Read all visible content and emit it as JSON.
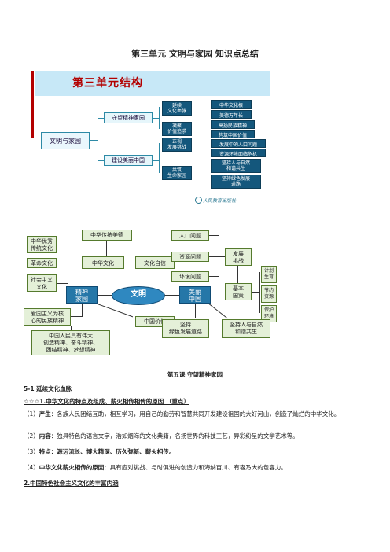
{
  "doc_title": "第三单元  文明与家园  知识点总结",
  "diagram1": {
    "header": "第三单元结构",
    "root": "文明与家园",
    "level1": [
      "守望精神家园",
      "建设美丽中国"
    ],
    "level2": [
      "延续\n文化血脉",
      "凝聚\n价值追求",
      "正视\n发展挑战",
      "共筑\n生命家园"
    ],
    "level3": [
      "中华文化根",
      "美德万年长",
      "高扬民族精神",
      "构筑中国价值",
      "发展中的人口问题",
      "资源环境面临危机",
      "坚持人与自然\n和谐共生",
      "坚持绿色发展\n道路"
    ],
    "publisher": "人民教育出版社"
  },
  "diagram2": {
    "left": [
      "中华优秀\n传统文化",
      "革命文化",
      "社会主义\n文化"
    ],
    "top_mid": "中华传统美德",
    "chinese_culture": "中华文化",
    "confidence": "文化自信",
    "spirit_home": "精神\n家园",
    "center": "文明",
    "beautiful_china": "美丽\n中国",
    "patriotism": "爱国主义为核\n心的民族精神",
    "china_value": "中国价值",
    "spirits": "中国人民具有伟大\n创造精神、奋斗精神、\n团结精神、梦想精神",
    "problems": [
      "人口问题",
      "资源问题",
      "环境问题"
    ],
    "challenge": "发展\n挑战",
    "basic_policy": "基本\n国策",
    "policies": [
      "计划\n生育",
      "节约\n资源",
      "保护\n环境"
    ],
    "green": "坚持\n绿色发展道路",
    "harmony": "坚持人与自然\n和谐共生"
  },
  "lesson_title": "第五课  守望精神家园",
  "section": "5-1 延续文化血脉",
  "q1_title": "☆☆☆1.中华文化的特点及组成、薪火相传相传的原因 （重点）",
  "p1_label": "产生",
  "p1_text": "：各族人民团结互助，相互学习，用自己的勤劳和智慧共同开发建设祖国的大好河山，创造了灿烂的中华文化。",
  "p2_label": "内容",
  "p2_text": "：独具特色的语言文字，浩如烟海的文化典籍，名扬世界的科技工艺，异彩纷呈的文学艺术等。",
  "p3_label": "特点",
  "p3_text": "：源远流长、博大精深、历久弥新、薪火相传。",
  "p4_label": "中华文化薪火相传的原因",
  "p4_text": "：具有应对挑战、与时俱进的创造力和海纳百川、有容乃大的包容力。",
  "q2_title": "2.中国特色社会主义文化的丰富内涵",
  "nums": [
    "（1）",
    "（2）",
    "（3）",
    "（4）"
  ]
}
